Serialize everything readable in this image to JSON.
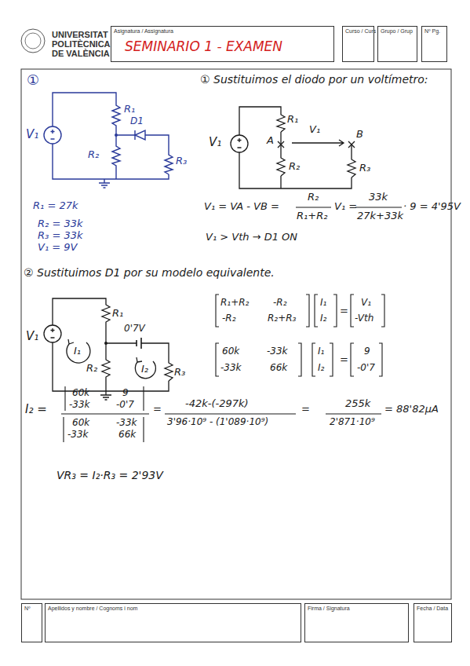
{
  "diagram": {
    "nodes": [
      {
        "text": [
          "Asignatura / Assignatura",
          "SEMINARIO 1 - EXAMEN"
        ]
      },
      {
        "text": [
          "Curso / Curs"
        ]
      },
      {
        "text": [
          "Grupo / Grup"
        ]
      },
      {
        "text": [
          "Nº Pg."
        ]
      },
      {
        "text": [
          "Nº"
        ]
      },
      {
        "text": [
          "Apellidos y nombre / Cognoms i nom"
        ]
      },
      {
        "text": [
          "Firma / Signatura"
        ]
      },
      {
        "text": [
          "Fecha / Data"
        ]
      }
    ],
    "labels": [
      "UNIVERSITAT",
      "POLITÈCNICA",
      "DE VALÈNCIA",
      "①",
      "R₁",
      "D1",
      "V₁",
      "R₂",
      "R₃",
      "R₁ = 27k",
      "R₂ = 33k",
      "R₃ = 33k",
      "V₁ = 9V",
      "① Sustituimos el diodo por un voltímetro:",
      "V₁",
      "R₁",
      "A",
      "V₁",
      "B",
      "R₂",
      "R₃",
      "V₁ = VA - VB =",
      "R₂",
      "R₁+R₂",
      "V₁ =",
      "33k",
      "27k+33k",
      "· 9 = 4'95V",
      "V₁ > Vth → D1 ON",
      "② Sustituimos D1 por su modelo equivalente.",
      "R₁",
      "0'7V",
      "V₁",
      "I₁",
      "R₂",
      "I₂",
      "R₃",
      "R₁+R₂",
      "-R₂",
      "-R₂",
      "R₂+R₃",
      "I₁",
      "I₂",
      "=",
      "V₁",
      "-Vth",
      "60k",
      "-33k",
      "-33k",
      "66k",
      "I₁",
      "I₂",
      "=",
      "9",
      "-0'7",
      "I₂ =",
      "60k",
      "9",
      "-33k",
      "-0'7",
      "60k",
      "-33k",
      "-33k",
      "66k",
      "=",
      "-42k-(-297k)",
      "3'96·10⁹ - (1'089·10⁹)",
      "=",
      "255k",
      "2'871·10⁹",
      "= 88'82µA",
      "VR₃ = I₂·R₃ = 2'93V"
    ]
  }
}
